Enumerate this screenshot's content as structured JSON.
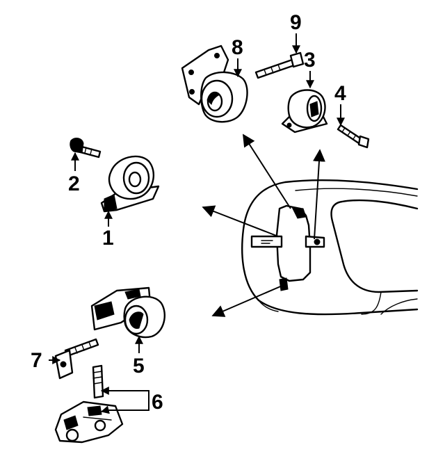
{
  "diagram": {
    "callouts": [
      {
        "id": "1",
        "label": "1",
        "part": "mount"
      },
      {
        "id": "2",
        "label": "2",
        "part": "bolt"
      },
      {
        "id": "3",
        "label": "3",
        "part": "mount"
      },
      {
        "id": "4",
        "label": "4",
        "part": "bolt"
      },
      {
        "id": "5",
        "label": "5",
        "part": "mount"
      },
      {
        "id": "6",
        "label": "6",
        "part": "bracket-and-stud"
      },
      {
        "id": "7",
        "label": "7",
        "part": "bolt"
      },
      {
        "id": "8",
        "label": "8",
        "part": "mount"
      },
      {
        "id": "9",
        "label": "9",
        "part": "bolt"
      }
    ],
    "colors": {
      "ink": "#000000",
      "background": "#ffffff"
    }
  }
}
